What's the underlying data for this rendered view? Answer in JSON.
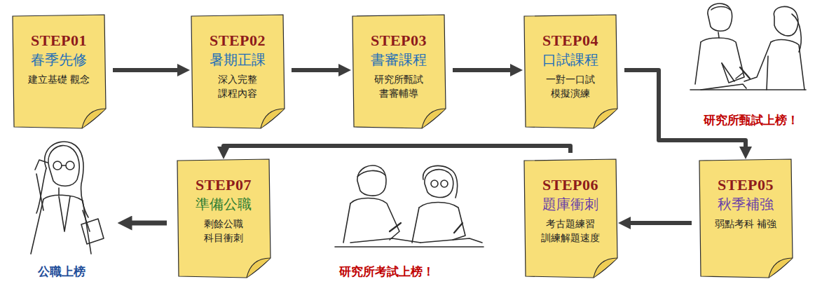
{
  "diagram": {
    "nodes": [
      {
        "text": [
          "STEP01",
          "春季先修",
          "建立基礎 觀念"
        ]
      },
      {
        "text": [
          "STEP02",
          "暑期正課",
          "深入完整 課程內容"
        ]
      },
      {
        "text": [
          "STEP03",
          "書審課程",
          "研究所甄試 書審輔導"
        ]
      },
      {
        "text": [
          "STEP04",
          "口試課程",
          "一對一口試 模擬演練"
        ]
      },
      {
        "text": [
          "STEP05",
          "秋季補強",
          "弱點考科 補強"
        ]
      },
      {
        "text": [
          "STEP06",
          "題庫衝刺",
          "考古題練習 訓練解題速度"
        ]
      },
      {
        "text": [
          "STEP07",
          "準備公職",
          "剩餘公職 科目衝刺"
        ]
      }
    ],
    "edges": [
      {
        "from": 0,
        "to": 1,
        "arrow": "to"
      },
      {
        "from": 1,
        "to": 2,
        "arrow": "to"
      },
      {
        "from": 2,
        "to": 3,
        "arrow": "to"
      },
      {
        "from": 3,
        "to": 4,
        "arrow": "to"
      },
      {
        "from": 4,
        "to": 5,
        "arrow": "to"
      },
      {
        "from": 5,
        "to": 6,
        "arrow": "to"
      }
    ],
    "labels": [
      "研究所甄試上榜！",
      "研究所考試上榜！",
      "公職上榜"
    ]
  }
}
